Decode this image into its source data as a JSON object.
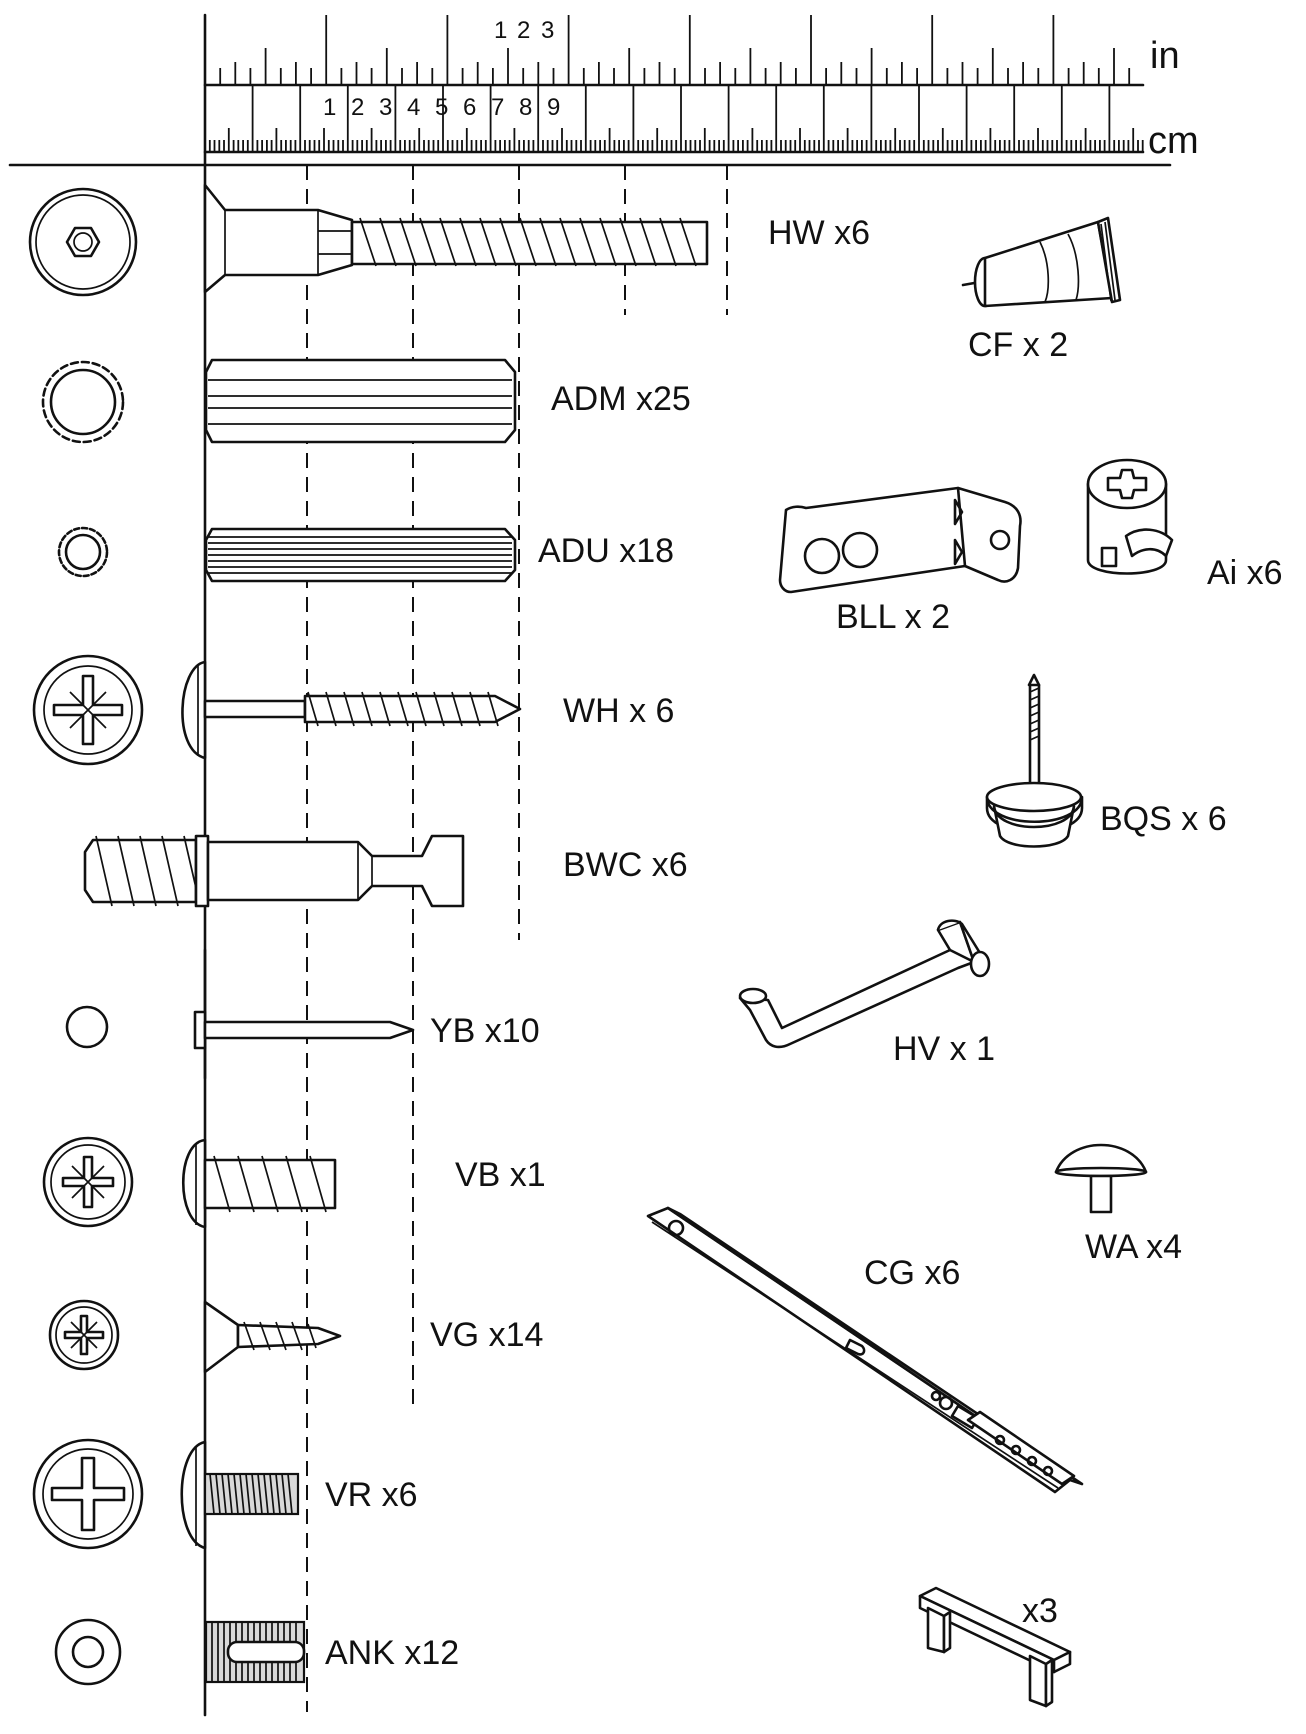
{
  "ruler": {
    "unit_in": "in",
    "unit_cm": "cm",
    "in_numbers": [
      "1",
      "2",
      "3"
    ],
    "cm_numbers": [
      "1",
      "2",
      "3",
      "4",
      "5",
      "6",
      "7",
      "8",
      "9"
    ]
  },
  "parts": {
    "hw": "HW x6",
    "adm": "ADM x25",
    "adu": "ADU x18",
    "wh": "WH x 6",
    "bwc": "BWC x6",
    "yb": "YB x10",
    "vb": "VB x1",
    "vg": "VG x14",
    "vr": "VR x6",
    "ank": "ANK x12",
    "cf": "CF x 2",
    "bll": "BLL x 2",
    "ai": "Ai x6",
    "bqs": "BQS x 6",
    "hv": "HV x 1",
    "wa": "WA x4",
    "cg": "CG x6",
    "handle": "x3"
  }
}
